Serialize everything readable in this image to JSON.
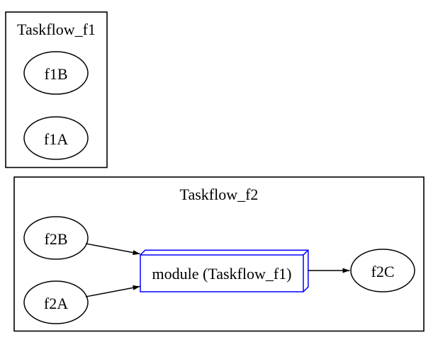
{
  "diagram": {
    "type": "taskflow-dependency-graph",
    "background": "#ffffff",
    "line_color": "#000000",
    "text_color": "#000000",
    "module_border_color": "#0000ff",
    "clusters": [
      {
        "label": "Taskflow_f1"
      },
      {
        "label": "Taskflow_f2"
      }
    ],
    "nodes": [
      {
        "id": "f1B",
        "label": "f1B",
        "shape": "ellipse",
        "cluster": "Taskflow_f1"
      },
      {
        "id": "f1A",
        "label": "f1A",
        "shape": "ellipse",
        "cluster": "Taskflow_f1"
      },
      {
        "id": "f2B",
        "label": "f2B",
        "shape": "ellipse",
        "cluster": "Taskflow_f2"
      },
      {
        "id": "f2A",
        "label": "f2A",
        "shape": "ellipse",
        "cluster": "Taskflow_f2"
      },
      {
        "id": "module",
        "label": "module (Taskflow_f1)",
        "shape": "box3d",
        "cluster": "Taskflow_f2"
      },
      {
        "id": "f2C",
        "label": "f2C",
        "shape": "ellipse",
        "cluster": "Taskflow_f2"
      }
    ],
    "edges": [
      {
        "from": "f2B",
        "to": "module"
      },
      {
        "from": "f2A",
        "to": "module"
      },
      {
        "from": "module",
        "to": "f2C"
      }
    ]
  }
}
